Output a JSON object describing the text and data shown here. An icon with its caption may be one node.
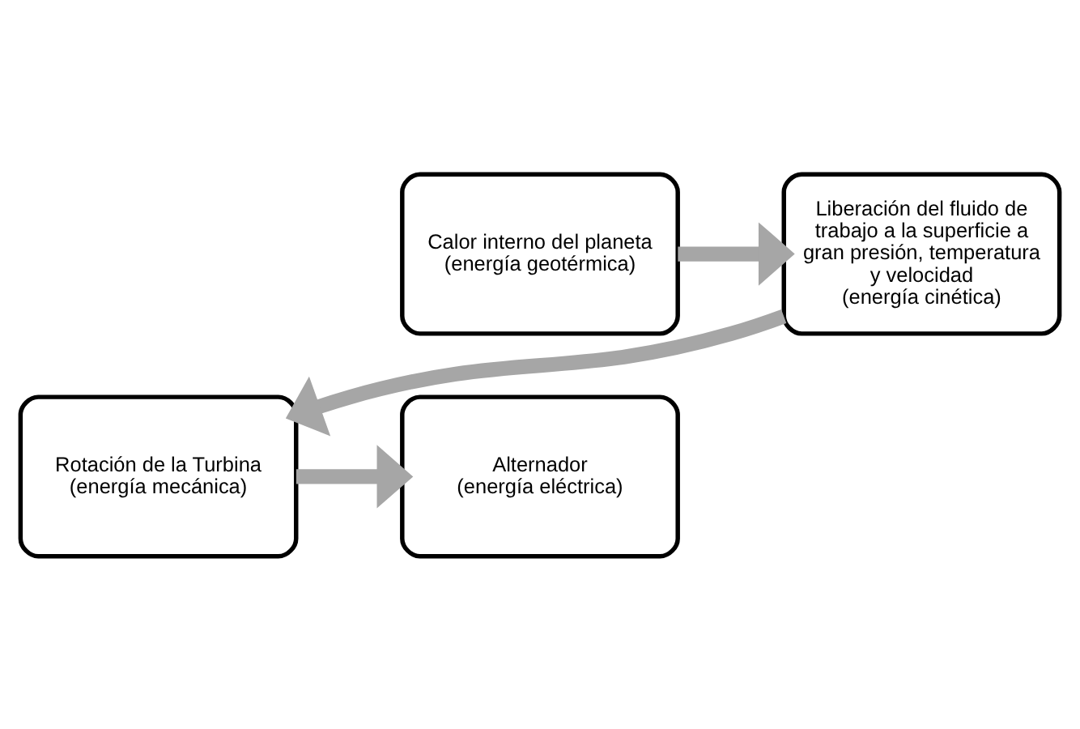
{
  "diagram": {
    "nodes": [
      {
        "text": [
          "Calor interno del planeta",
          "(energía geotérmica)"
        ]
      },
      {
        "text": [
          "Liberación del fluido de trabajo a la superficie a gran presión, temperatura y velocidad",
          "(energía cinética)"
        ]
      },
      {
        "text": [
          "Rotación de la Turbina",
          "(energía mecánica)"
        ]
      },
      {
        "text": [
          "Alternador",
          "(energía eléctrica)"
        ]
      }
    ],
    "edges": [
      {
        "from": 0,
        "to": 1,
        "arrow": "to"
      },
      {
        "from": 1,
        "to": 2,
        "arrow": "to"
      },
      {
        "from": 2,
        "to": 3,
        "arrow": "to"
      }
    ]
  }
}
